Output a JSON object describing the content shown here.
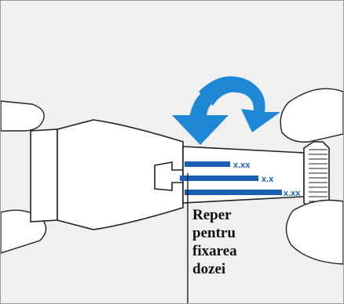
{
  "figure": {
    "label_lines": [
      "Reper",
      "pentru",
      "fixarea",
      "dozei"
    ],
    "dose_marks": [
      "x.xx",
      "x.x",
      "x.xx"
    ]
  },
  "colors": {
    "background": "#f0f0f0",
    "arrow": "#1e88d6",
    "dose_bars": "#1a5fb4",
    "outline": "#222222"
  },
  "icons": {
    "rotation": "curved-rotation-arrow-icon"
  }
}
